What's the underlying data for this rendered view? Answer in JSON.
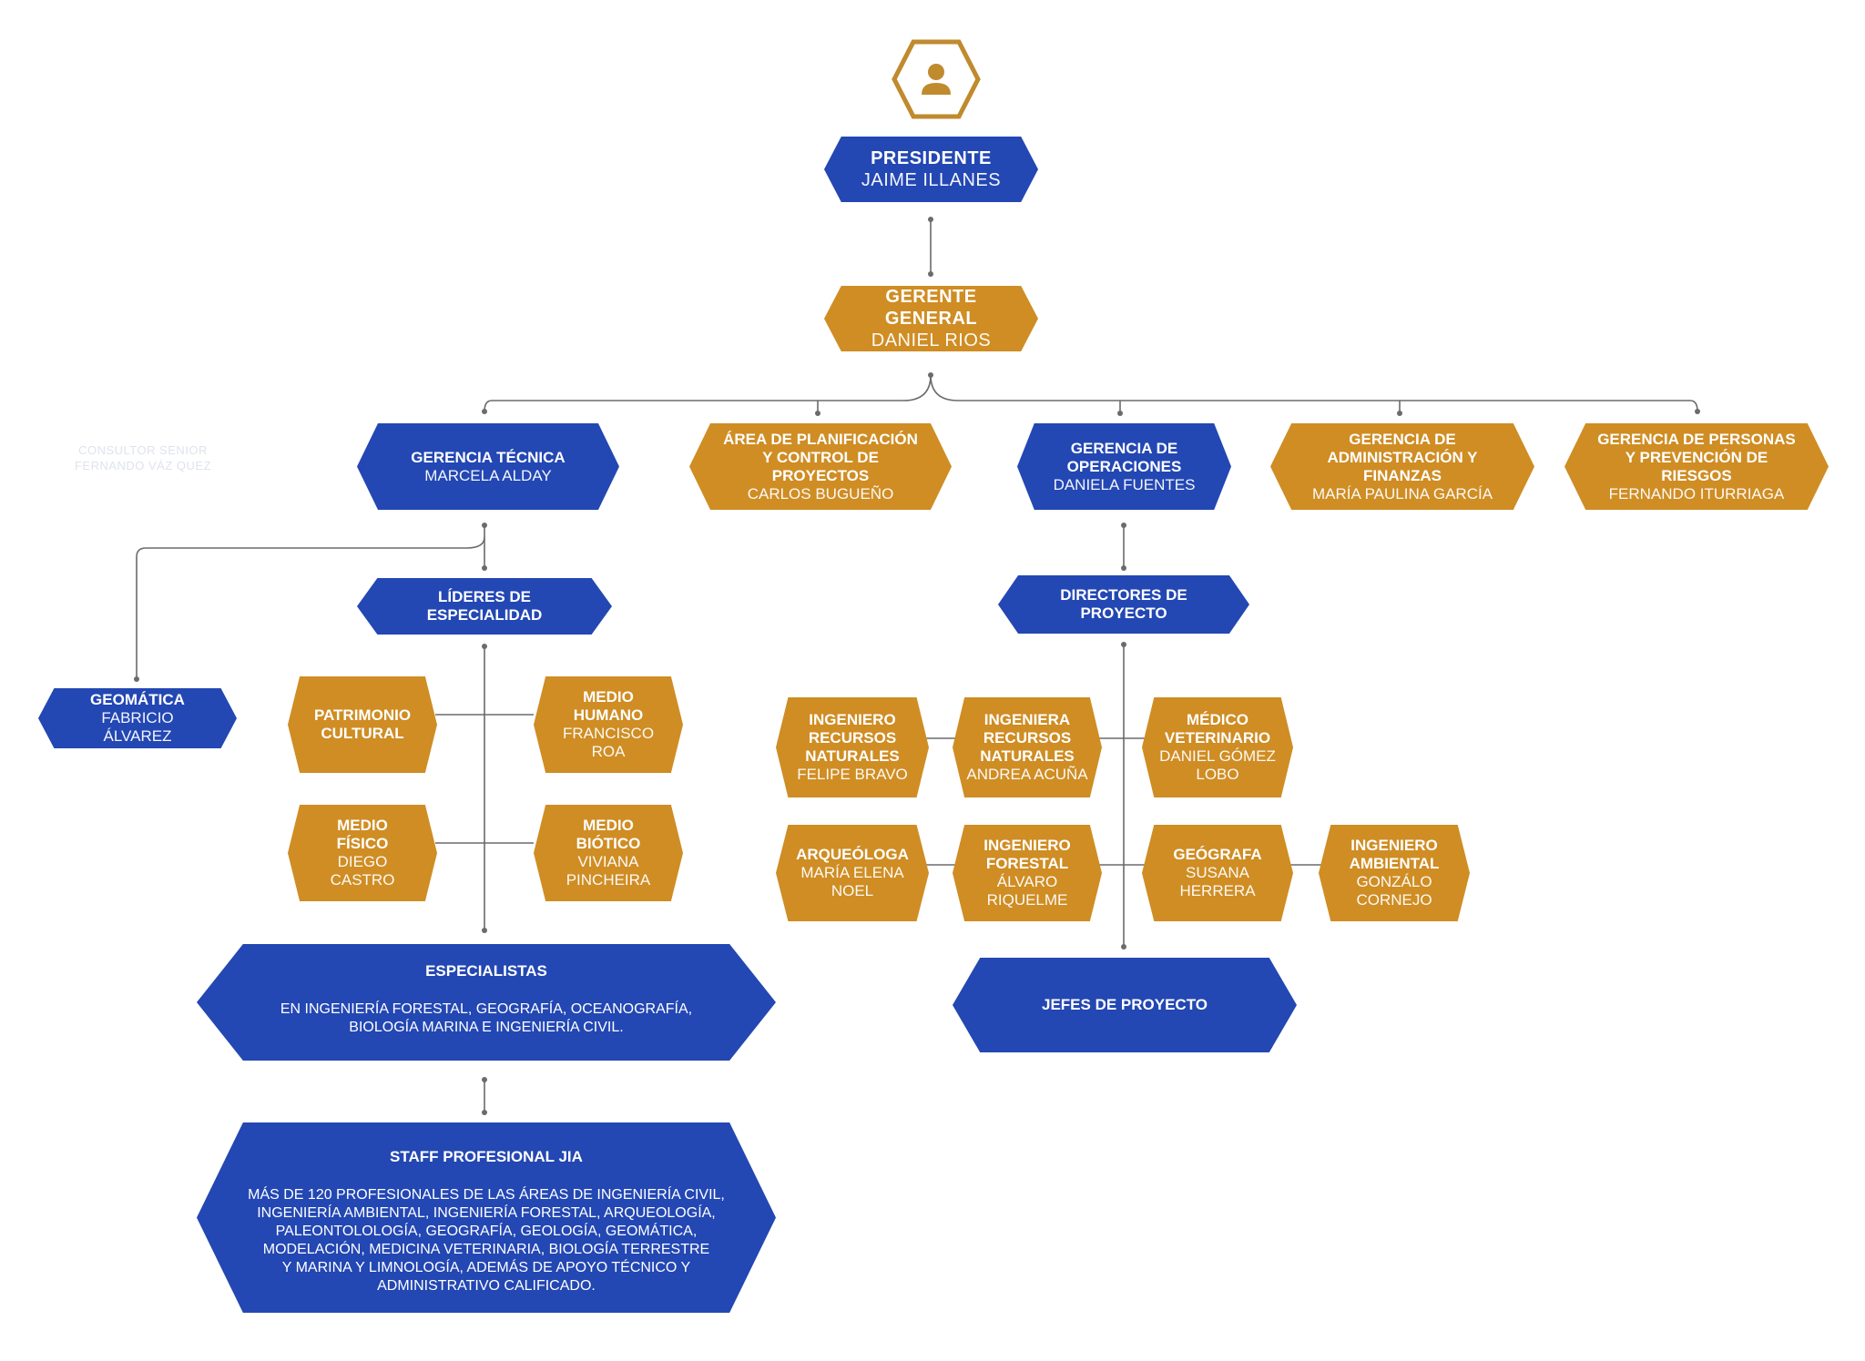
{
  "colors": {
    "blue": "#2347b3",
    "gold": "#cf8d24",
    "line": "#666666",
    "accent": "#c08a2e"
  },
  "logo": {
    "icon": "person-hexagon-icon"
  },
  "faint_text": {
    "line1": "CONSULTOR SENIOR",
    "line2": "FERNANDO VÁZ QUEZ"
  },
  "nodes": {
    "presidente": {
      "role": "PRESIDENTE",
      "name": "JAIME ILLANES"
    },
    "gerente_general": {
      "role": "GERENTE GENERAL",
      "name": "DANIEL RIOS"
    },
    "gerencia_tecnica": {
      "role": "GERENCIA TÉCNICA",
      "name": "MARCELA ALDAY"
    },
    "area_planificacion": {
      "role": "ÁREA DE PLANIFICACIÓN\nY CONTROL DE PROYECTOS",
      "name": "CARLOS BUGUEÑO"
    },
    "gerencia_operaciones": {
      "role": "GERENCIA DE\nOPERACIONES",
      "name": "DANIELA FUENTES"
    },
    "gerencia_administracion": {
      "role": "GERENCIA DE\nADMINISTRACIÓN Y FINANZAS",
      "name": "MARÍA PAULINA GARCÍA"
    },
    "gerencia_personas": {
      "role": "GERENCIA DE PERSONAS\nY PREVENCIÓN DE RIESGOS",
      "name": "FERNANDO ITURRIAGA"
    },
    "lideres": {
      "role": "LÍDERES DE ESPECIALIDAD"
    },
    "geomatica": {
      "role": "GEOMÁTICA",
      "name": "FABRICIO ÁLVAREZ"
    },
    "patrimonio": {
      "role": "PATRIMONIO\nCULTURAL"
    },
    "medio_humano": {
      "role": "MEDIO HUMANO",
      "name": "FRANCISCO\nROA"
    },
    "medio_fisico": {
      "role": "MEDIO FÍSICO",
      "name": "DIEGO\nCASTRO"
    },
    "medio_biotico": {
      "role": "MEDIO BIÓTICO",
      "name": "VIVIANA\nPINCHEIRA"
    },
    "especialistas": {
      "role": "ESPECIALISTAS",
      "desc": "EN INGENIERÍA FORESTAL, GEOGRAFÍA, OCEANOGRAFÍA,\nBIOLOGÍA MARINA E INGENIERÍA CIVIL."
    },
    "staff": {
      "role": "STAFF PROFESIONAL JIA",
      "desc": "MÁS DE 120 PROFESIONALES DE LAS ÁREAS DE INGENIERÍA CIVIL,\nINGENIERÍA AMBIENTAL, INGENIERÍA FORESTAL, ARQUEOLOGÍA,\nPALEONTOLOLOGÍA, GEOGRAFÍA, GEOLOGÍA, GEOMÁTICA,\nMODELACIÓN, MEDICINA VETERINARIA, BIOLOGÍA TERRESTRE\nY MARINA Y LIMNOLOGÍA, ADEMÁS DE APOYO TÉCNICO Y\nADMINISTRATIVO CALIFICADO."
    },
    "directores": {
      "role": "DIRECTORES DE PROYECTO"
    },
    "ing_rrnn_felipe": {
      "role": "INGENIERO\nRECURSOS\nNATURALES",
      "name": "FELIPE BRAVO"
    },
    "ing_rrnn_andrea": {
      "role": "INGENIERA\nRECURSOS\nNATURALES",
      "name": "ANDREA ACUÑA"
    },
    "medico_veterinario": {
      "role": "MÉDICO\nVETERINARIO",
      "name": "DANIEL GÓMEZ\nLOBO"
    },
    "arqueologa": {
      "role": "ARQUEÓLOGA",
      "name": "MARÍA ELENA\nNOEL"
    },
    "ing_forestal": {
      "role": "INGENIERO\nFORESTAL",
      "name": "ÁLVARO\nRIQUELME"
    },
    "geografa": {
      "role": "GEÓGRAFA",
      "name": "SUSANA\nHERRERA"
    },
    "ing_ambiental": {
      "role": "INGENIERO\nAMBIENTAL",
      "name": "GONZÁLO\nCORNEJO"
    },
    "jefes": {
      "role": "JEFES DE PROYECTO"
    }
  }
}
